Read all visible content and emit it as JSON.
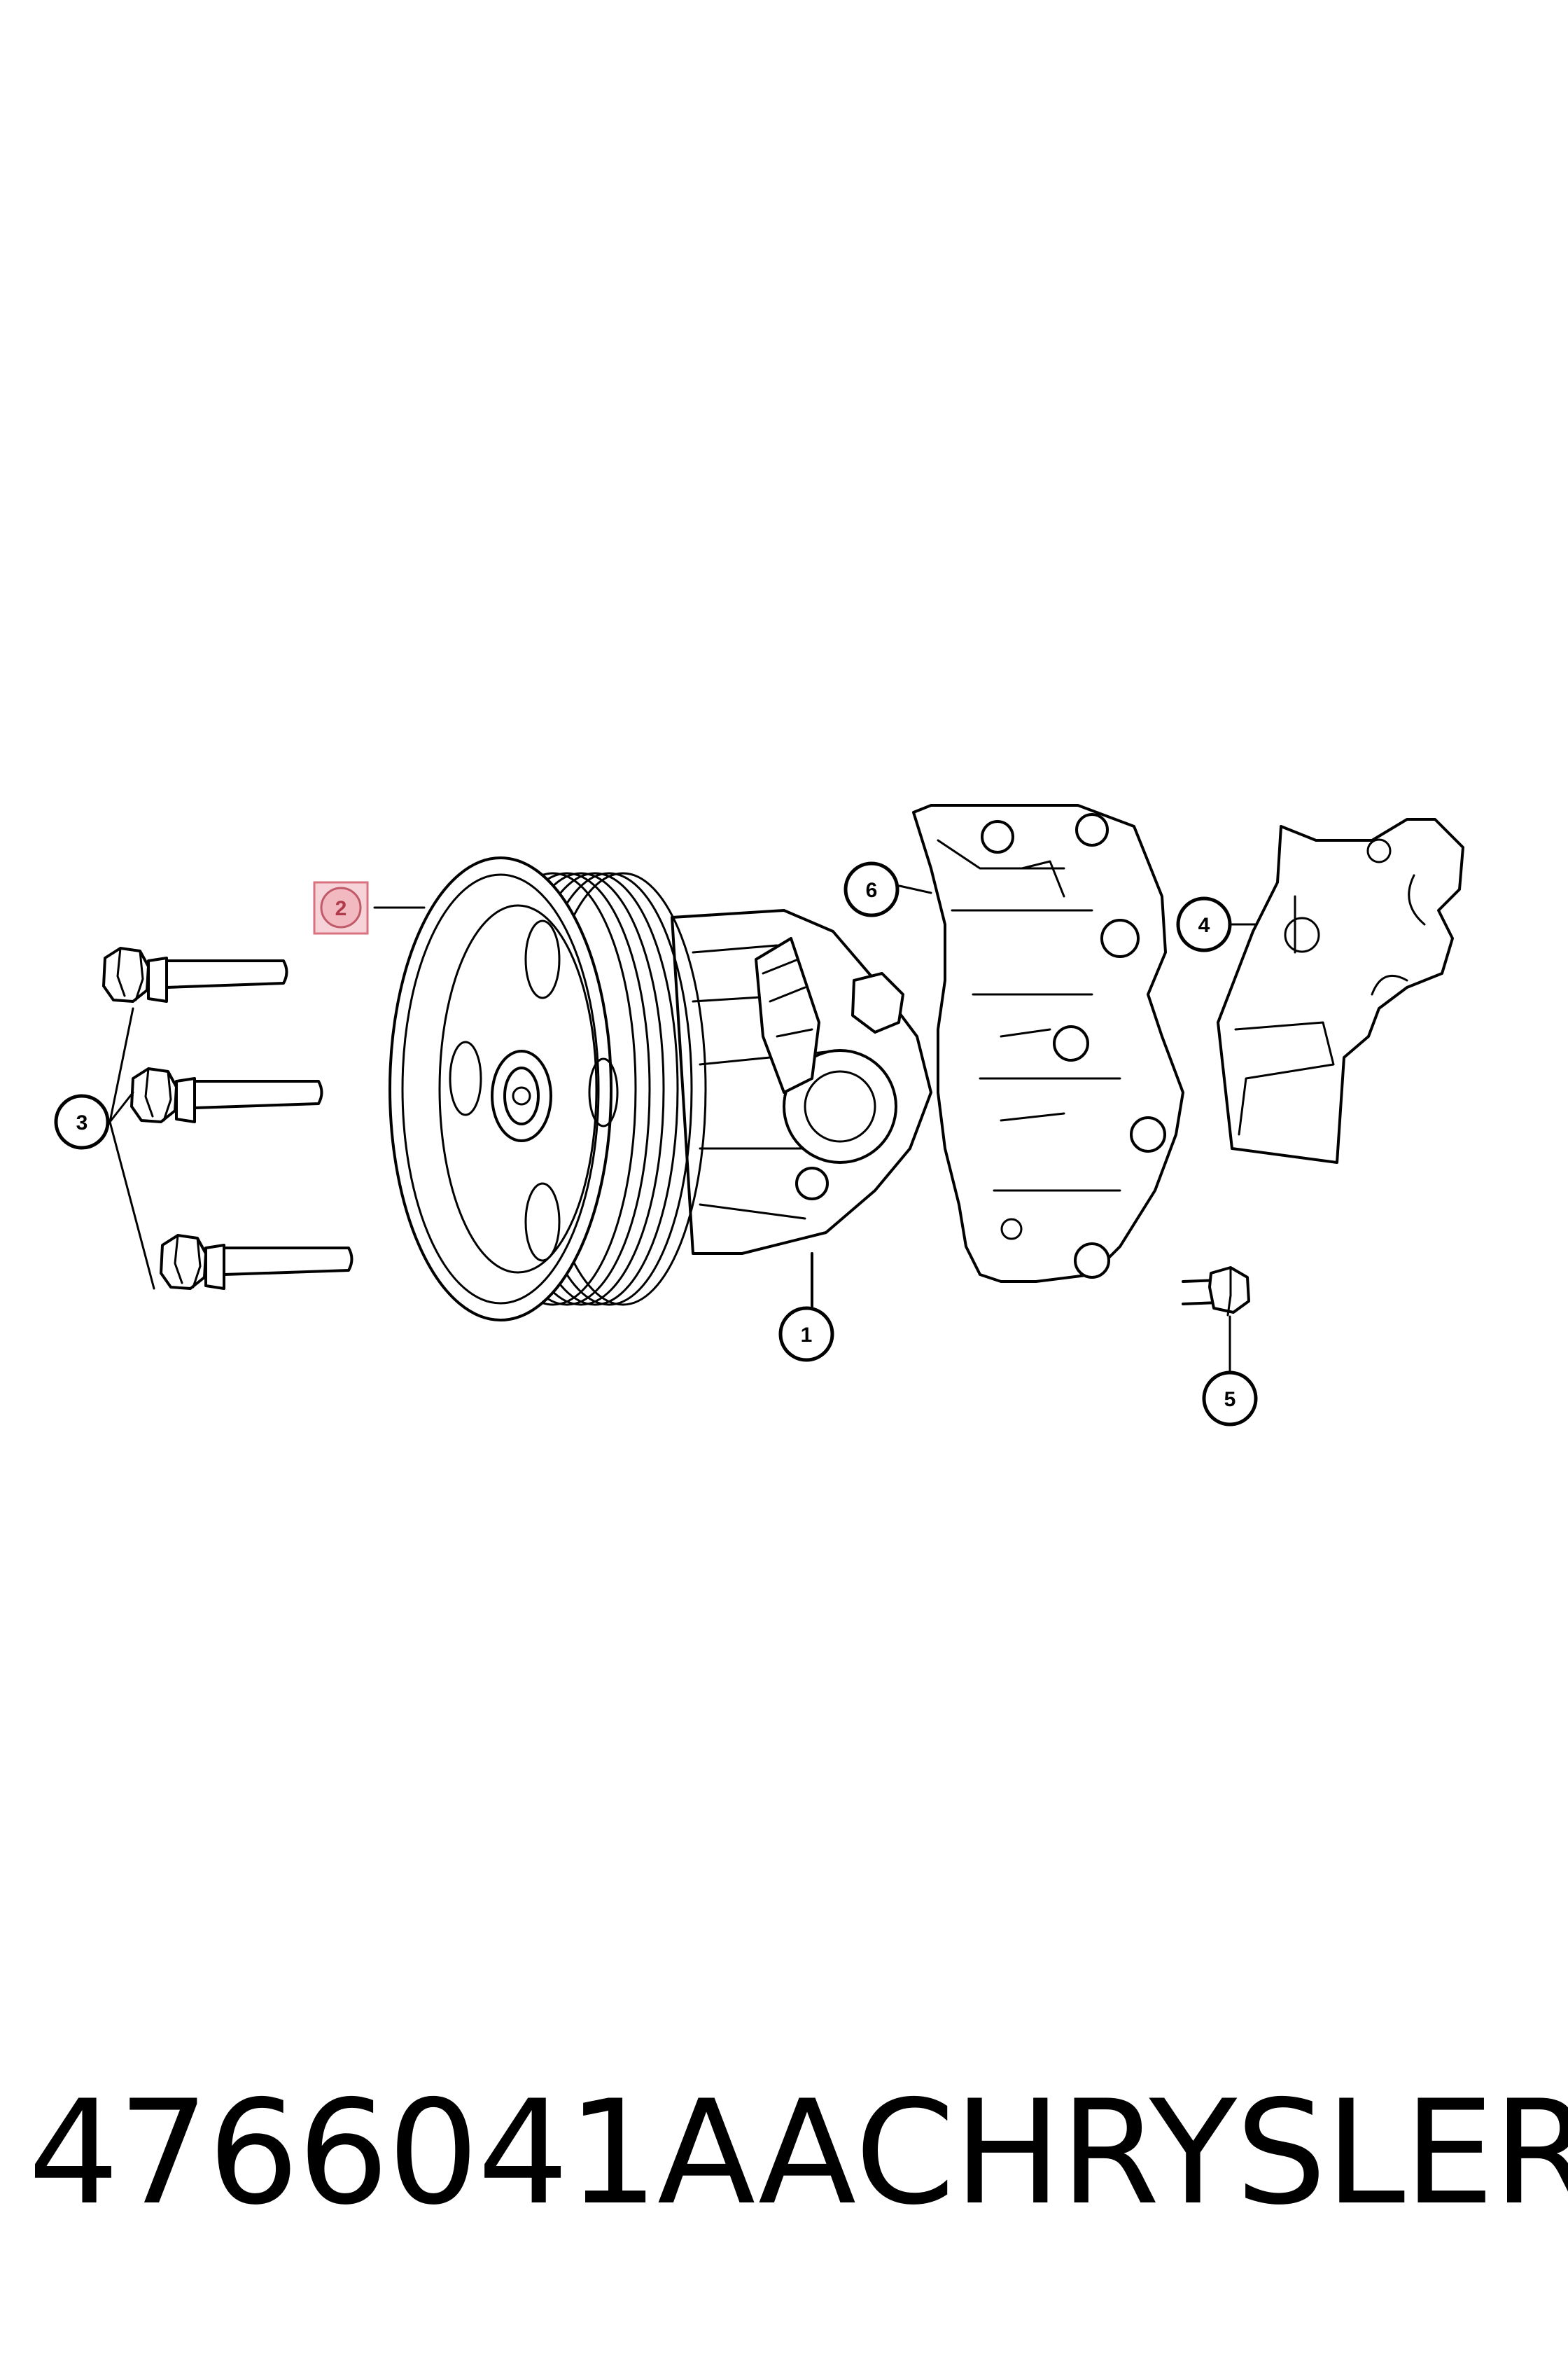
{
  "callouts": [
    {
      "id": "1",
      "label": "1",
      "highlighted": false
    },
    {
      "id": "2",
      "label": "2",
      "highlighted": true
    },
    {
      "id": "3",
      "label": "3",
      "highlighted": false
    },
    {
      "id": "4",
      "label": "4",
      "highlighted": false
    },
    {
      "id": "5",
      "label": "5",
      "highlighted": false
    },
    {
      "id": "6",
      "label": "6",
      "highlighted": false
    }
  ],
  "footer": {
    "part_number": "4766041AA",
    "brand": "CHRYSLER"
  },
  "colors": {
    "highlight_fill": "#f6d3d8",
    "highlight_stroke": "#d9717f",
    "line": "#000000",
    "background": "#ffffff"
  }
}
